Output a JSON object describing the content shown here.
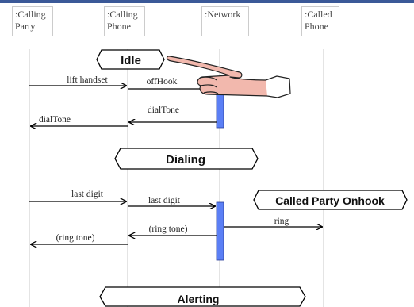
{
  "lifelines": [
    {
      "label": ":Calling\nParty"
    },
    {
      "label": ":Calling\nPhone"
    },
    {
      "label": ":Network"
    },
    {
      "label": ":Called\nPhone"
    }
  ],
  "states": {
    "idle": "Idle",
    "dialing": "Dialing",
    "called_onhook": "Called Party Onhook",
    "alerting": "Alerting"
  },
  "messages": {
    "lift_handset": "lift handset",
    "offhook": "offHook",
    "dialtone_net": "dialTone",
    "dialtone_party": "dialTone",
    "last_digit_party": "last digit",
    "last_digit_phone": "last digit",
    "ring": "ring",
    "ring_tone_net": "(ring tone)",
    "ring_tone_party": "(ring tone)"
  },
  "colors": {
    "activation": "#5b7ff5",
    "lifeline": "#c8c8c8",
    "hand_skin": "#f2b8ad"
  },
  "icons": {
    "pointer": "pointing-hand-icon"
  }
}
